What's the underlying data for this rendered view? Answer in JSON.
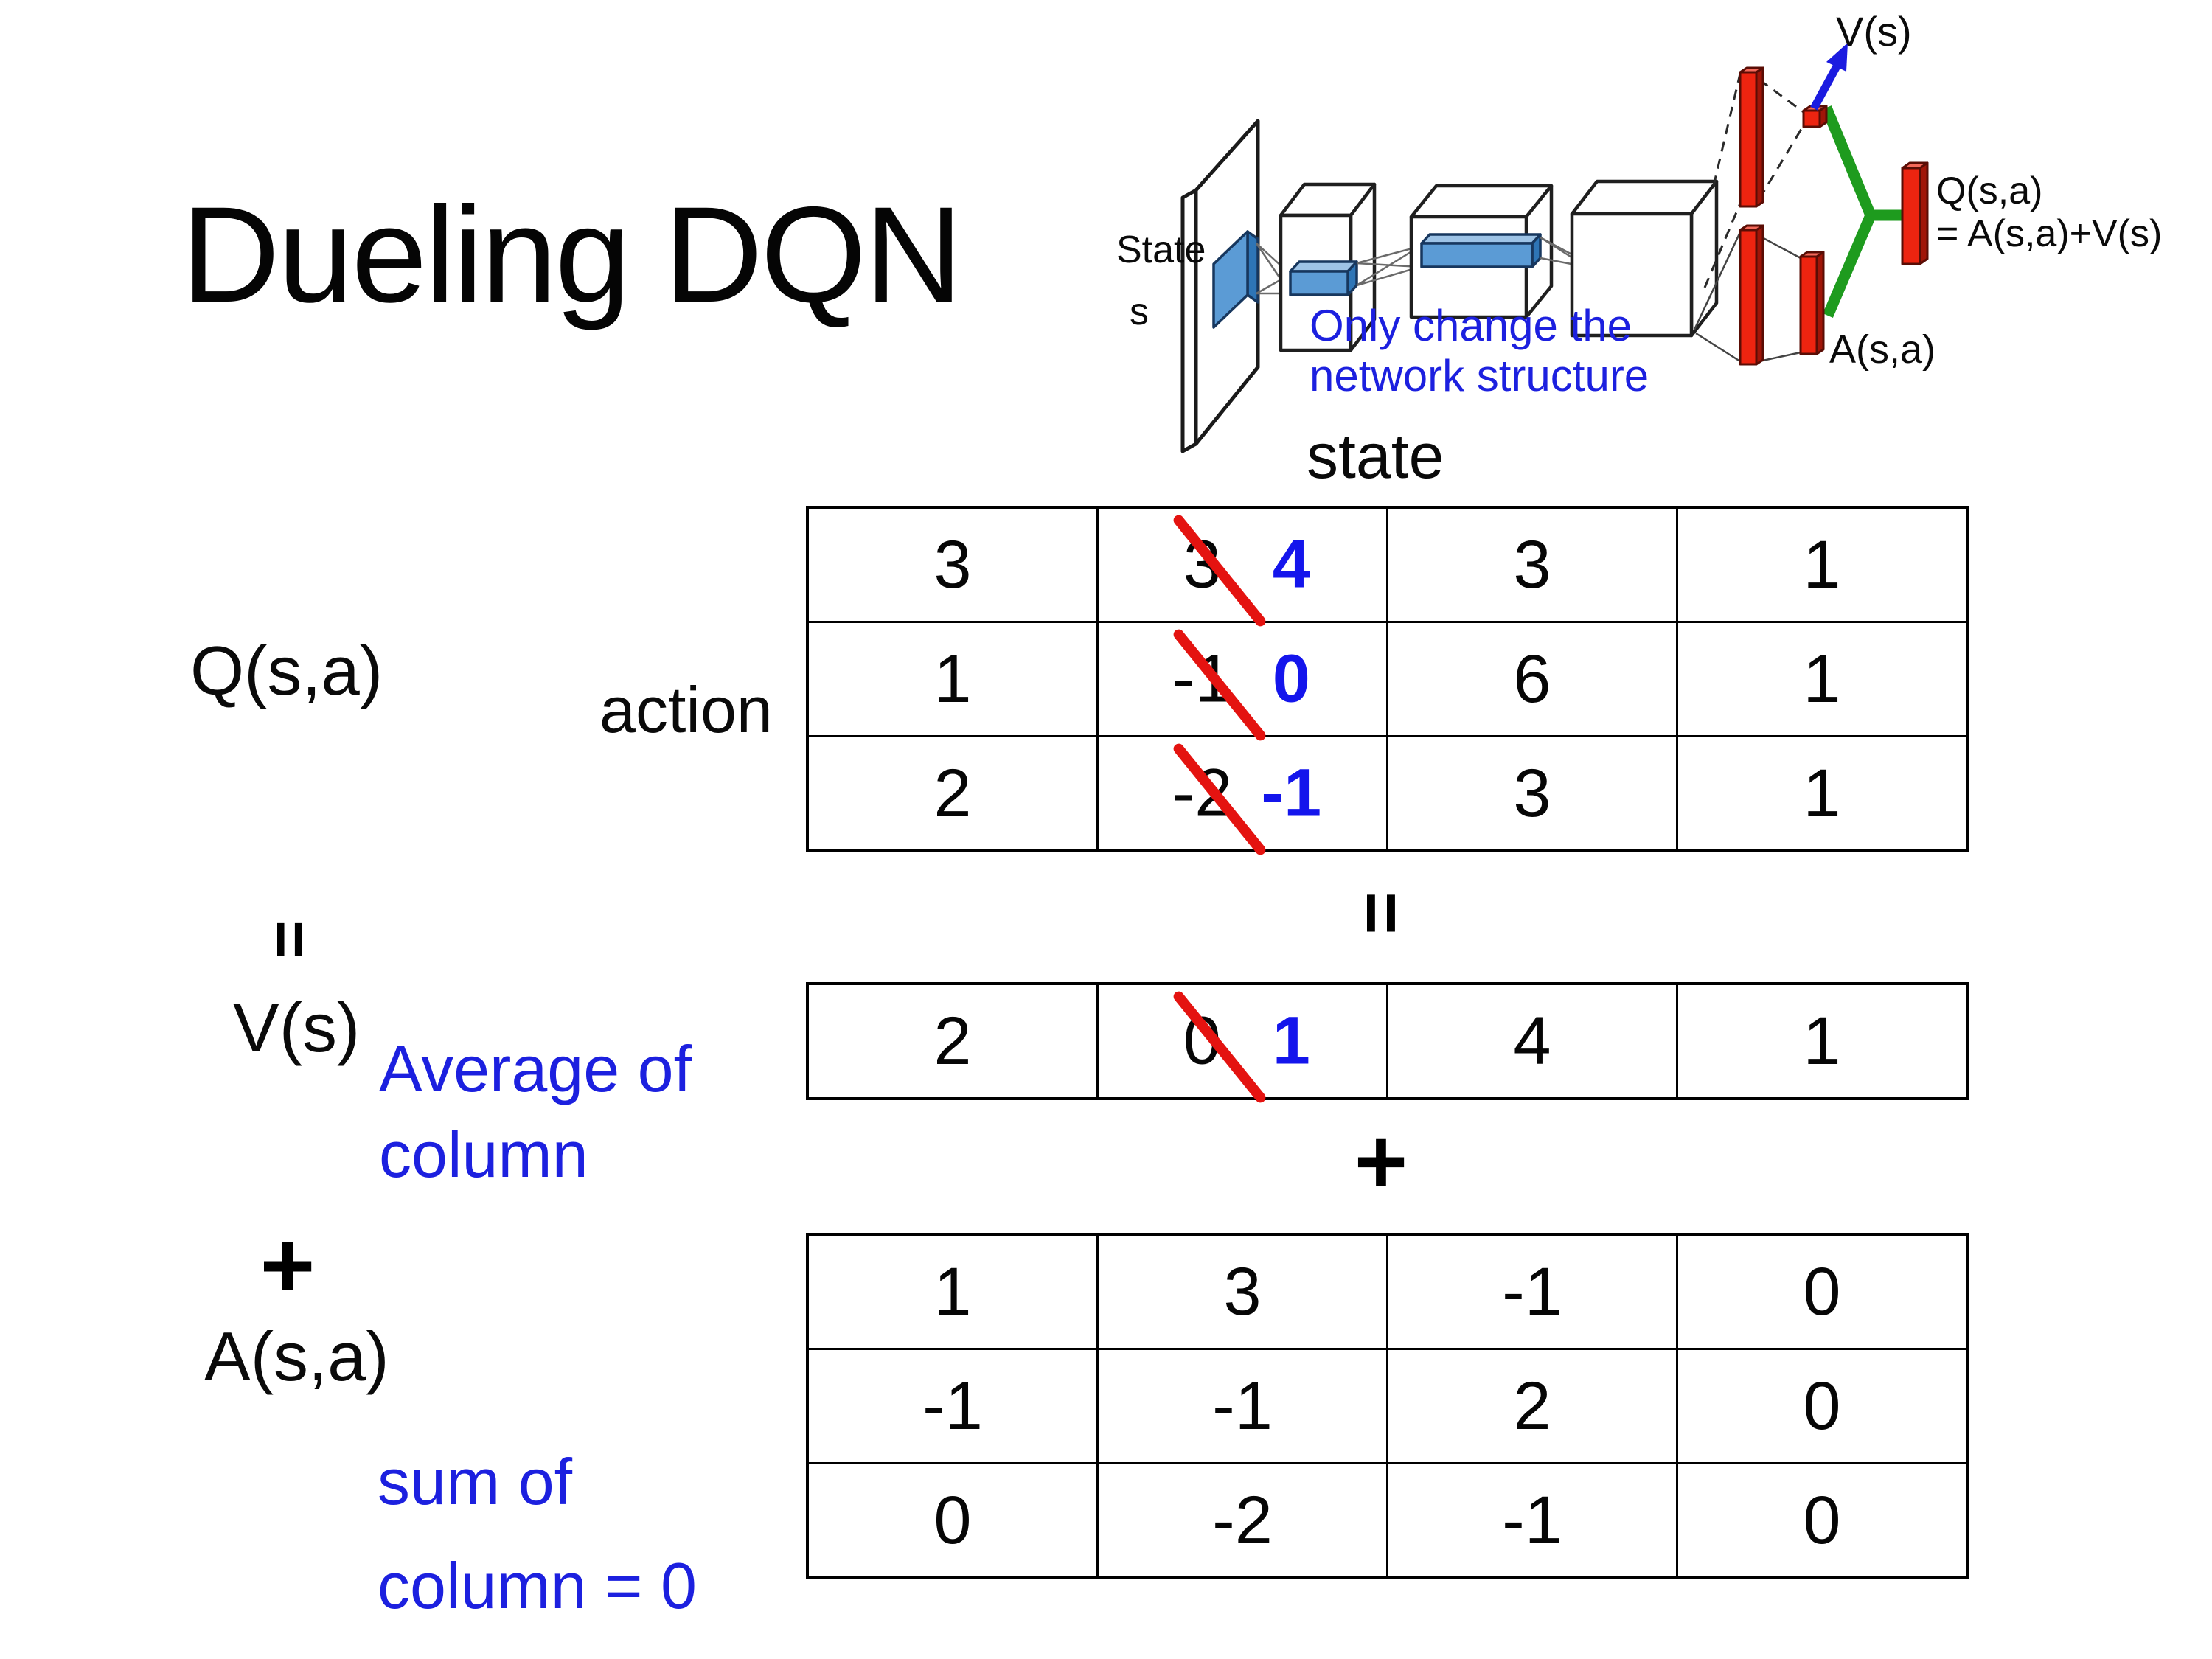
{
  "title": "Dueling DQN",
  "diagram": {
    "state_line1": "State",
    "state_line2": "s",
    "v_out": "V(s)",
    "q_out": "Q(s,a)",
    "q_formula": "= A(s,a)+V(s)",
    "a_out": "A(s,a)",
    "note_line1": "Only change the",
    "note_line2": "network structure"
  },
  "labels": {
    "state": "state",
    "action": "action",
    "q": "Q(s,a)",
    "v": "V(s)",
    "a": "A(s,a)",
    "equals": "=",
    "plus": "+",
    "avg_line1": "Average of",
    "avg_line2": "column",
    "sum_line1": "sum of",
    "sum_line2": "column = 0"
  },
  "tables": {
    "q": {
      "rows": [
        [
          {
            "v": "3"
          },
          {
            "old": "3",
            "new": "4"
          },
          {
            "v": "3"
          },
          {
            "v": "1"
          }
        ],
        [
          {
            "v": "1"
          },
          {
            "old": "-1",
            "new": "0"
          },
          {
            "v": "6"
          },
          {
            "v": "1"
          }
        ],
        [
          {
            "v": "2"
          },
          {
            "old": "-2",
            "new": "-1"
          },
          {
            "v": "3"
          },
          {
            "v": "1"
          }
        ]
      ]
    },
    "v": {
      "rows": [
        [
          {
            "v": "2"
          },
          {
            "old": "0",
            "new": "1"
          },
          {
            "v": "4"
          },
          {
            "v": "1"
          }
        ]
      ]
    },
    "a": {
      "rows": [
        [
          {
            "v": "1"
          },
          {
            "v": "3"
          },
          {
            "v": "-1"
          },
          {
            "v": "0"
          }
        ],
        [
          {
            "v": "-1"
          },
          {
            "v": "-1"
          },
          {
            "v": "2"
          },
          {
            "v": "0"
          }
        ],
        [
          {
            "v": "0"
          },
          {
            "v": "-2"
          },
          {
            "v": "-1"
          },
          {
            "v": "0"
          }
        ]
      ]
    }
  },
  "colors": {
    "blue_text": "#1c20df",
    "blue_value": "#1415ec",
    "strike_red": "#e41310",
    "bar_red": "#ed2410",
    "green": "#1e9b1e",
    "conv_blue": "#5b9bd5"
  }
}
